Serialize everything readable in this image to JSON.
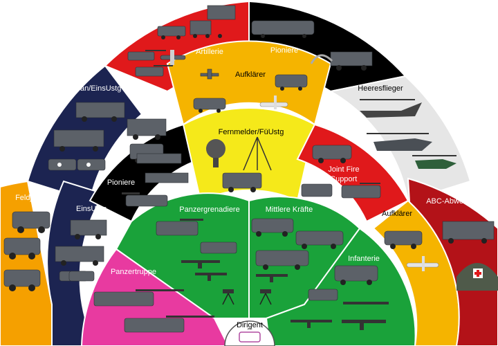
{
  "sectors": [
    {
      "id": "artillerie",
      "label": "Artillerie",
      "color": "#e0191b",
      "text_color": "light"
    },
    {
      "id": "pioniere_outer",
      "label": "Pioniere",
      "color": "#000000",
      "text_color": "light"
    },
    {
      "id": "aufklaerer_top",
      "label": "Aufklärer",
      "color": "#f5b400",
      "text_color": "dark"
    },
    {
      "id": "san_einsustg",
      "label": "San/EinsUstg",
      "color": "#1c2451",
      "text_color": "light"
    },
    {
      "id": "heeresflieger",
      "label": "Heeresflieger",
      "color": "#e6e6e6",
      "text_color": "dark"
    },
    {
      "id": "fernmelder",
      "label": "Fernmelder/FüUstg",
      "color": "#f5e91a",
      "text_color": "dark"
    },
    {
      "id": "pioniere_inner",
      "label": "Pioniere",
      "color": "#000000",
      "text_color": "light"
    },
    {
      "id": "joint_fire",
      "label": "Joint Fire\nSupport",
      "label_lines": [
        "Joint Fire",
        "Support"
      ],
      "color": "#e0191b",
      "text_color": "light"
    },
    {
      "id": "feldjaeger",
      "label": "Feldjäger",
      "color": "#f5a000",
      "text_color": "light"
    },
    {
      "id": "einsustg",
      "label": "EinsUstg",
      "color": "#1c2451",
      "text_color": "light"
    },
    {
      "id": "aufklaerer_right",
      "label": "Aufklärer",
      "color": "#f5b400",
      "text_color": "dark"
    },
    {
      "id": "abc_abwehr",
      "label": "ABC-Abwehr",
      "color": "#b31218",
      "text_color": "light"
    },
    {
      "id": "panzergrenadiere",
      "label": "Panzergrenadiere",
      "color": "#1aa23a",
      "text_color": "light"
    },
    {
      "id": "mittlere_kraefte",
      "label": "Mittlere Kräfte",
      "color": "#1aa23a",
      "text_color": "light"
    },
    {
      "id": "infanterie",
      "label": "Infanterie",
      "color": "#1aa23a",
      "text_color": "light"
    },
    {
      "id": "panzertruppe",
      "label": "Panzertruppe",
      "color": "#e83aa0",
      "text_color": "light"
    }
  ],
  "center": {
    "label": "Dirigent",
    "icon": "conductor-podium-icon"
  }
}
